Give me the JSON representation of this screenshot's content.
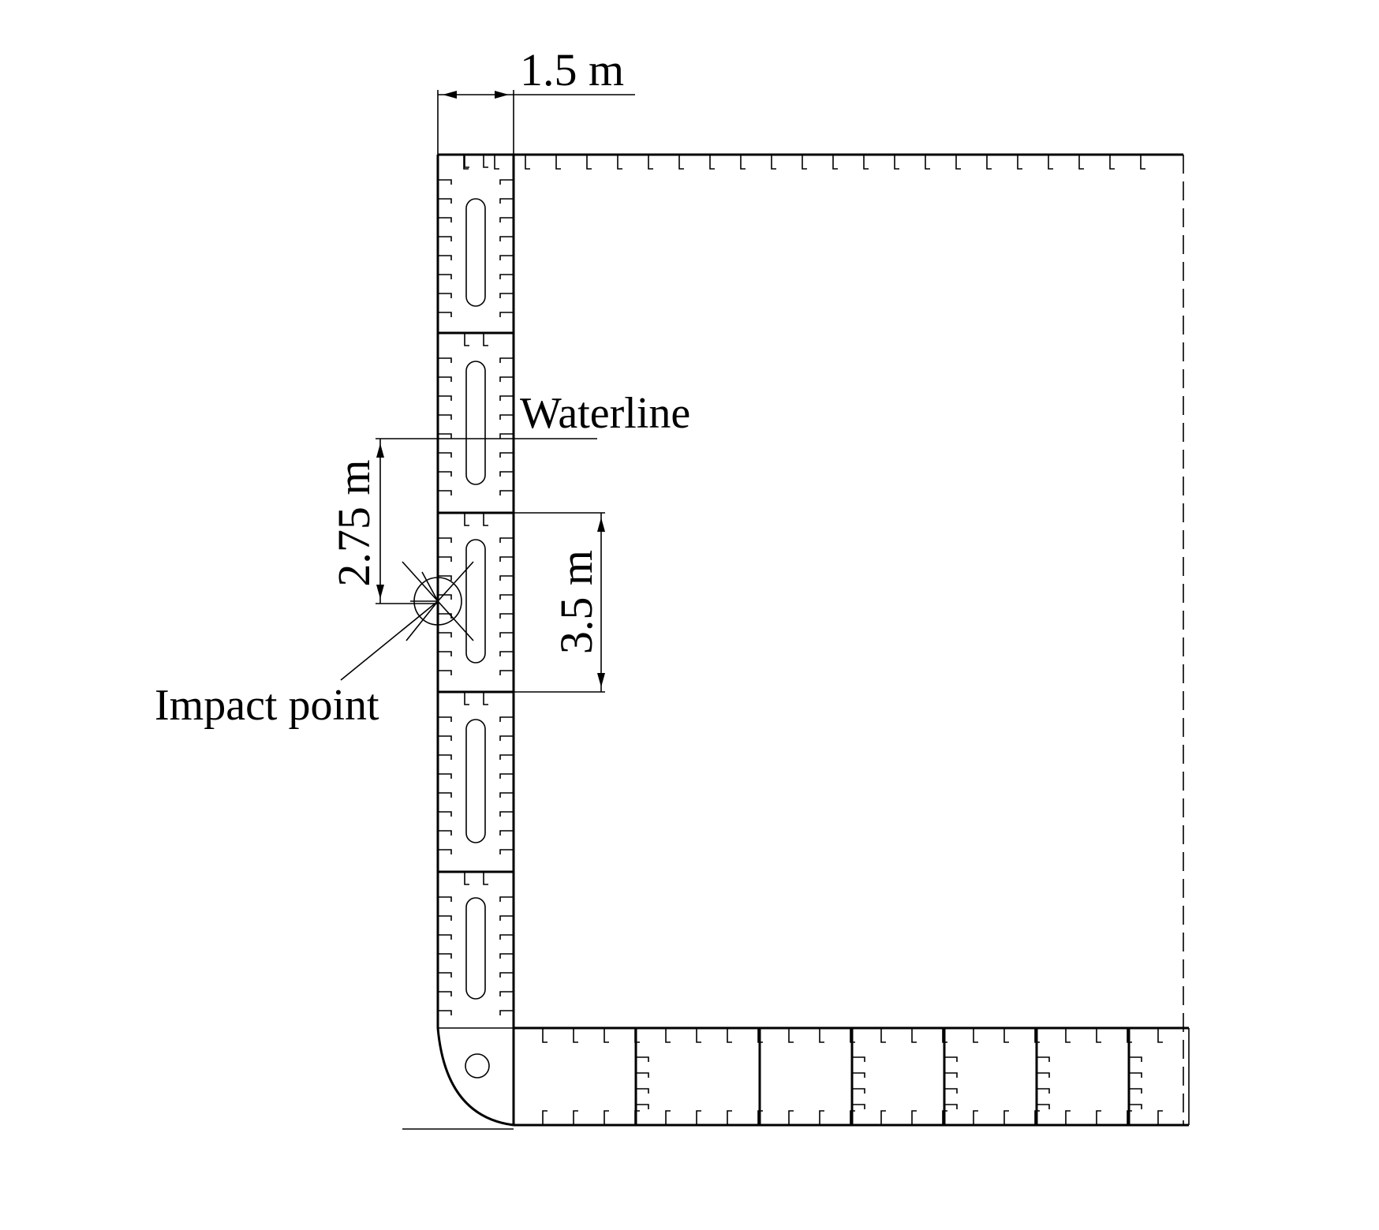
{
  "labels": {
    "width_dim": "1.5 m",
    "waterline": "Waterline",
    "height_above_impact": "2.75 m",
    "frame_spacing": "3.5 m",
    "impact_point": "Impact point"
  },
  "colors": {
    "line": "#000000",
    "background": "#ffffff"
  }
}
